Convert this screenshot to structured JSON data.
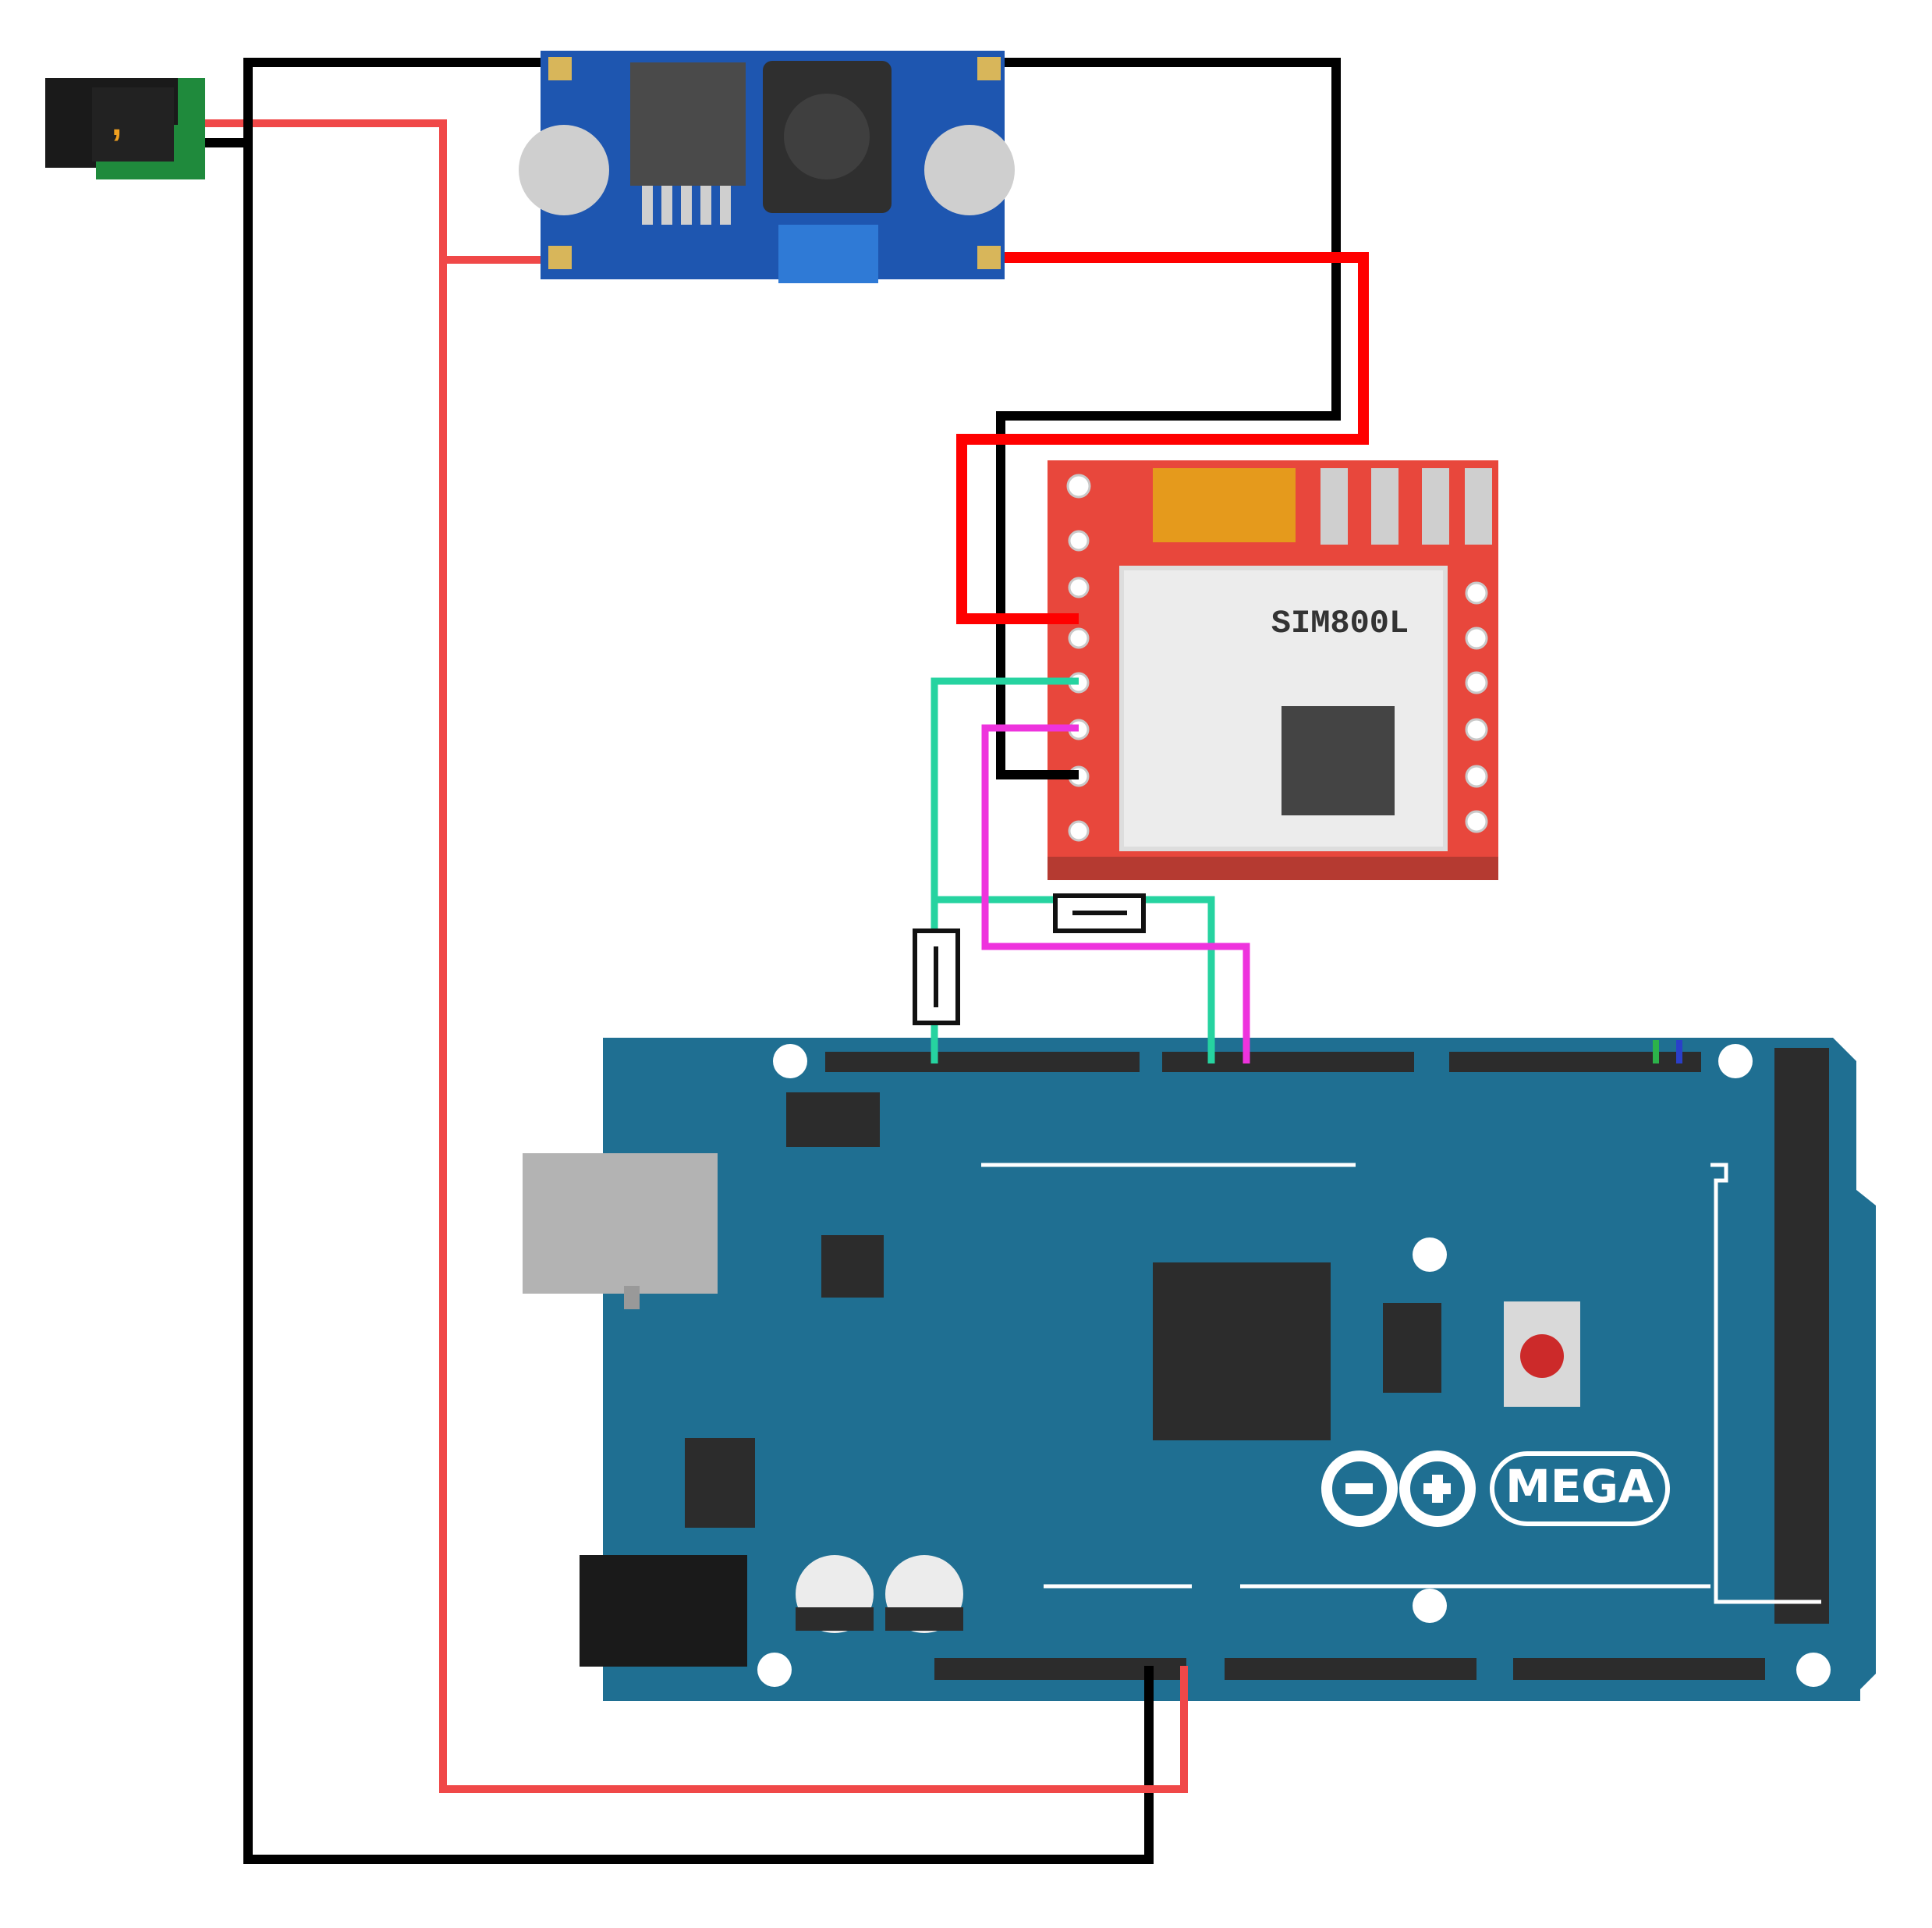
{
  "diagram": {
    "components": [
      {
        "id": "dc-jack",
        "kind": "barrel-jack"
      },
      {
        "id": "buck-converter",
        "kind": "step-down-module"
      },
      {
        "id": "gsm-module",
        "kind": "sim800l-board",
        "chip_label": "SIM800L"
      },
      {
        "id": "arduino-mega",
        "kind": "microcontroller-board",
        "logo_text": "MEGA"
      },
      {
        "id": "resistor-1",
        "kind": "resistor"
      },
      {
        "id": "resistor-2",
        "kind": "resistor"
      }
    ],
    "wires": [
      {
        "name": "jack-gnd-to-mega-gnd",
        "color": "#000000"
      },
      {
        "name": "jack-vin-to-mega-vin",
        "color": "#f04848"
      },
      {
        "name": "jack-gnd-to-buck-in",
        "color": "#000000"
      },
      {
        "name": "jack-vin-to-buck-in",
        "color": "#f04848"
      },
      {
        "name": "buck-gnd-to-gsm-gnd",
        "color": "#000000"
      },
      {
        "name": "buck-vout-to-gsm-vcc",
        "color": "#ff0000"
      },
      {
        "name": "gsm-rx-divider",
        "color": "#26d3a0"
      },
      {
        "name": "gsm-tx-to-mega",
        "color": "#ee33dd"
      }
    ],
    "colors": {
      "mega_board": "#1f6f92",
      "buck_board": "#1e56b0",
      "gsm_board": "#e8473c",
      "wire_black": "#000000",
      "wire_red": "#ff0000",
      "wire_salmon": "#f04848",
      "wire_teal": "#26d3a0",
      "wire_magenta": "#ee33dd"
    }
  }
}
